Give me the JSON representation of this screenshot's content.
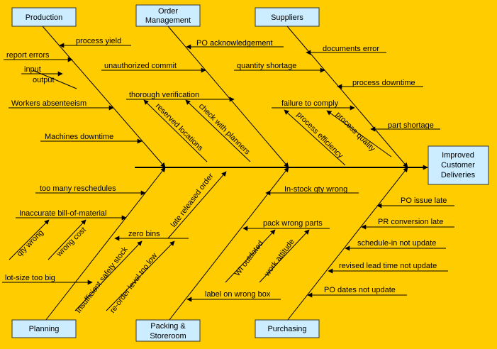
{
  "effect": [
    "Improved",
    "Customer",
    "Deliveries"
  ],
  "categories": {
    "production": [
      "Production"
    ],
    "order_management": [
      "Order",
      "Management"
    ],
    "suppliers": [
      "Suppliers"
    ],
    "planning": [
      "Planning"
    ],
    "packing": [
      "Packing &",
      "Storeroom"
    ],
    "purchasing": [
      "Purchasing"
    ]
  },
  "causes": {
    "process_yield": "process yield",
    "report_errors": "report errors",
    "input": "input",
    "output": "output",
    "workers_absenteeism": "Workers absenteeism",
    "machines_downtime": "Machines downtime",
    "po_ack": "PO acknowledgement",
    "unauthorized_commit": "unauthorized commit",
    "thorough_verification": "thorough verification",
    "reserved_locations": "reserved locations",
    "check_with_planners": "check with planners",
    "documents_error": "documents error",
    "quantity_shortage": "quantity shortage",
    "process_downtime": "process downtime",
    "failure_to_comply": "failure to comply",
    "process_efficiency": "process efficiency",
    "process_quality": "process quality",
    "part_shortage": "part shortage",
    "too_many_reschedules": "too many reschedules",
    "inaccurate_bom": "Inaccurate bill-of-material",
    "qty_wrong": "qty wrong",
    "wrong_cost": "wrong cost",
    "zero_bins": "zero bins",
    "lot_size_too_big": "lot-size too big",
    "insufficient_safety_stock": "Insufficient safety stock",
    "reorder_level_too_low": "re-order level too low",
    "late_released_order": "late released order",
    "in_stock_qty_wrong": "In-stock qty wrong",
    "pack_wrong_parts": "pack wrong parts",
    "wi_outdated": "WI outdated",
    "work_attitude": "work attitude",
    "label_on_wrong_box": "label on wrong box",
    "po_issue_late": "PO issue late",
    "pr_conversion_late": "PR conversion late",
    "schedule_in_not_update": "schedule-in not update",
    "revised_lead_time_not_update": "revised lead time not update",
    "po_dates_not_update": "PO dates not update"
  }
}
